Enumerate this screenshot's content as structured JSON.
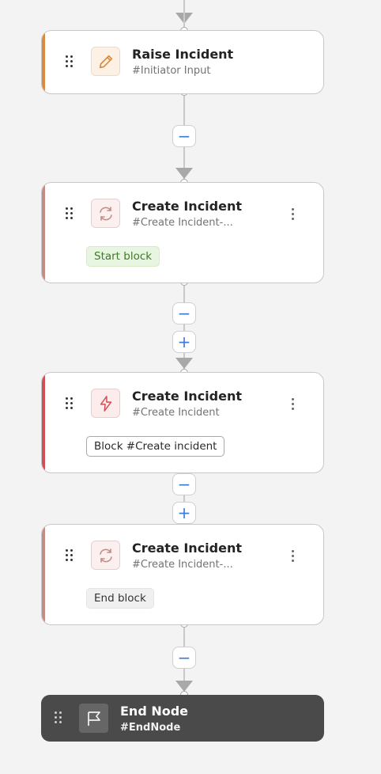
{
  "nodes": [
    {
      "title": "Raise Incident",
      "subtitle": "#Initiator Input",
      "icon": "pencil-icon",
      "accent": "#d98a3c"
    },
    {
      "title": "Create Incident",
      "subtitle": "#Create Incident-...",
      "icon": "refresh-icon",
      "accent": "#c48a84",
      "badge": "Start block"
    },
    {
      "title": "Create Incident",
      "subtitle": "#Create Incident",
      "icon": "lightning-icon",
      "accent": "#d14e56",
      "badge": "Block #Create incident"
    },
    {
      "title": "Create Incident",
      "subtitle": "#Create Incident-...",
      "icon": "refresh-icon",
      "accent": "#c48a84",
      "badge": "End block"
    }
  ],
  "end_node": {
    "title": "End Node",
    "subtitle": "#EndNode",
    "icon": "flag-icon"
  },
  "controls": {
    "collapse": "−",
    "add": "+"
  },
  "colors": {
    "control_blue": "#3d7bd8",
    "connector": "#a8a8a8",
    "end_node_bg": "#4a4a4a",
    "start_badge_bg": "#e8f5e0",
    "start_badge_text": "#3f7a2a"
  }
}
